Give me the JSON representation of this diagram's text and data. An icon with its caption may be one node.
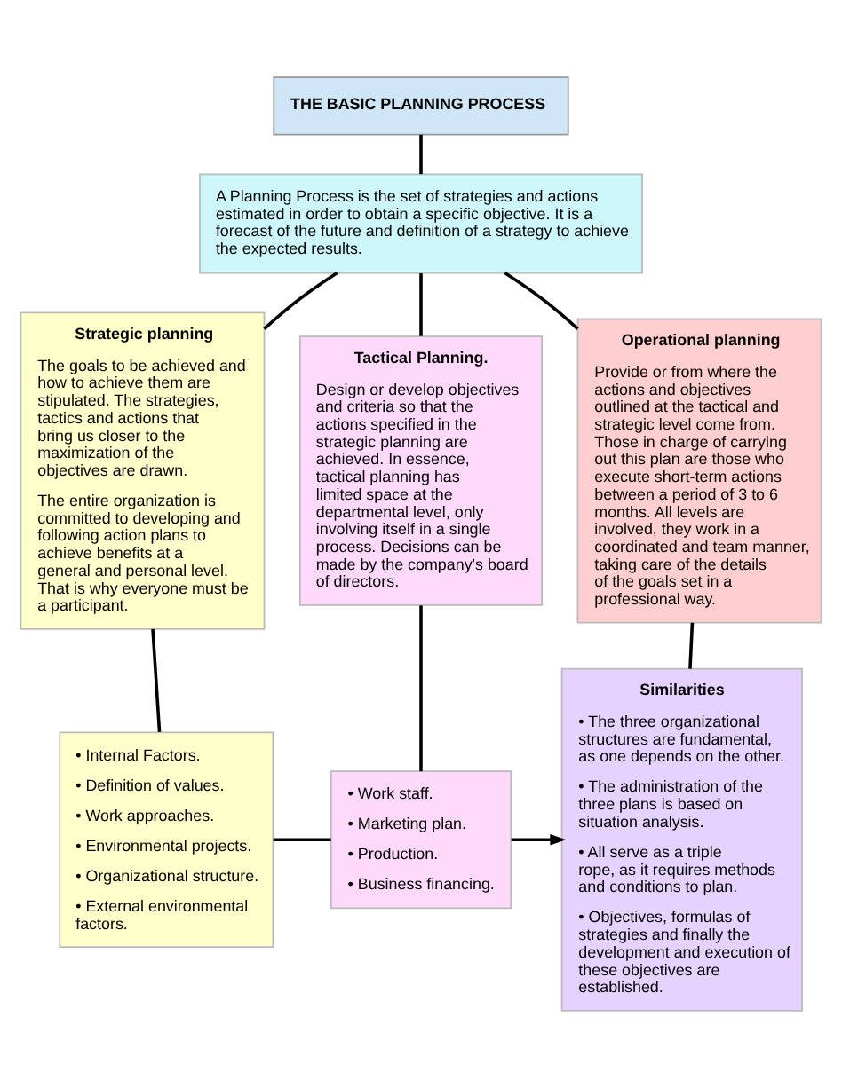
{
  "diagram": {
    "nodes": [
      {
        "text": [
          "THE BASIC PLANNING PROCESS"
        ]
      },
      {
        "text": [
          "A Planning Process is the set of strategies and actions estimated in order to obtain a specific objective. It is a forecast of the future and definition of a strategy to achieve the expected results."
        ]
      },
      {
        "text": [
          "Strategic planning",
          "The goals to be achieved and how to achieve them are stipulated. The strategies, tactics and actions that bring us closer to the maximization of the objectives are drawn.",
          "The entire organization is committed to developing and following action plans to achieve benefits at a general and personal level. That is why everyone must be a participant."
        ]
      },
      {
        "text": [
          "Tactical Planning.",
          "Design or develop objectives and criteria so that the actions specified in the strategic planning are achieved. In essence, tactical planning has limited space at the departmental level, only involving itself in a single process. Decisions can be made by the company's board of directors."
        ]
      },
      {
        "text": [
          "Operational planning",
          "Provide or from where the actions and objectives outlined at the tactical and strategic level come from. Those in charge of carrying out this plan are those who execute short-term actions between a period of 3 to 6 months. All levels are involved, they work in a coordinated and team manner, taking care of the details of the goals set in a professional way."
        ]
      },
      {
        "text": [
          "• Internal Factors.",
          "• Definition of values.",
          "• Work approaches.",
          "• Environmental projects.",
          "• Organizational structure.",
          "• External environmental factors."
        ]
      },
      {
        "text": [
          "• Work staff.",
          "• Marketing plan.",
          "• Production.",
          "• Business financing."
        ]
      },
      {
        "text": [
          "Similarities",
          "• The three organizational structures are fundamental, as one depends on the other.",
          "• The administration of the three plans is based on situation analysis.",
          "• All serve as a triple rope, as it requires methods and conditions to plan.",
          "• Objectives, formulas of strategies and finally the development and execution of these objectives are established."
        ]
      }
    ],
    "edges": [
      {
        "from": 0,
        "to": 1,
        "arrow": "none"
      },
      {
        "from": 1,
        "to": 2,
        "arrow": "none"
      },
      {
        "from": 1,
        "to": 3,
        "arrow": "none"
      },
      {
        "from": 1,
        "to": 4,
        "arrow": "none"
      },
      {
        "from": 2,
        "to": 5,
        "arrow": "none"
      },
      {
        "from": 3,
        "to": 6,
        "arrow": "none"
      },
      {
        "from": 4,
        "to": 7,
        "arrow": "none"
      },
      {
        "from": 5,
        "to": 6,
        "arrow": "none"
      },
      {
        "from": 6,
        "to": 7,
        "arrow": "to"
      }
    ]
  }
}
